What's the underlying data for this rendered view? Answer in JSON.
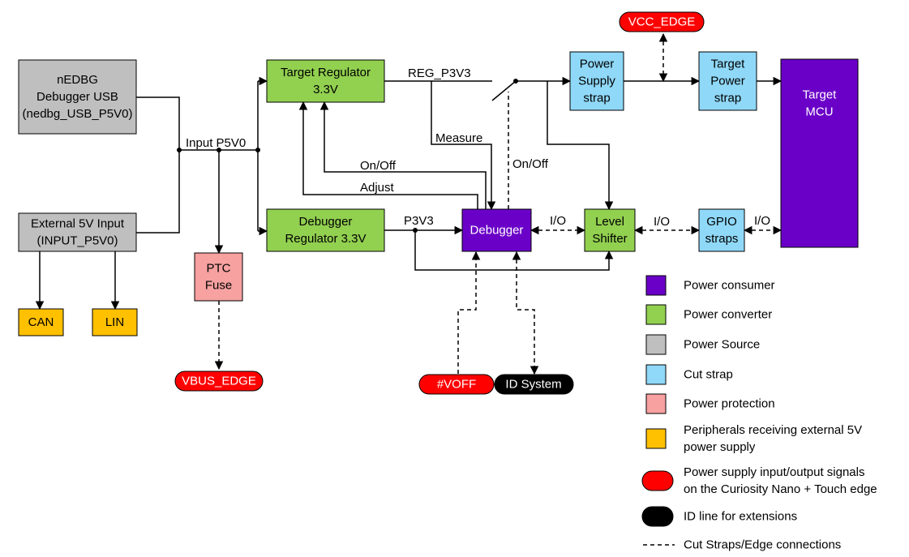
{
  "blocks": {
    "nedbg_usb": [
      "nEDBG",
      "Debugger USB",
      "(nedbg_USB_P5V0)"
    ],
    "ext_input": [
      "External 5V Input",
      "(INPUT_P5V0)"
    ],
    "target_reg": [
      "Target Regulator",
      "3.3V"
    ],
    "debugger_reg": [
      "Debugger",
      "Regulator 3.3V"
    ],
    "debugger": [
      "Debugger"
    ],
    "level_shifter": [
      "Level",
      "Shifter"
    ],
    "power_supply_strap": [
      "Power",
      "Supply",
      "strap"
    ],
    "target_power_strap": [
      "Target",
      "Power",
      "strap"
    ],
    "gpio_straps": [
      "GPIO",
      "straps"
    ],
    "target_mcu": [
      "Target",
      "MCU"
    ],
    "ptc_fuse": [
      "PTC",
      "Fuse"
    ],
    "can": [
      "CAN"
    ],
    "lin": [
      "LIN"
    ]
  },
  "signals": {
    "vcc_edge": "VCC_EDGE",
    "vbus_edge": "VBUS_EDGE",
    "voff": "#VOFF",
    "id_system": "ID System"
  },
  "wire_labels": {
    "input_p5v0": "Input P5V0",
    "reg_p3v3": "REG_P3V3",
    "measure": "Measure",
    "on_off_1": "On/Off",
    "adjust": "Adjust",
    "on_off_2": "On/Off",
    "p3v3": "P3V3",
    "io_1": "I/O",
    "io_2": "I/O",
    "io_3": "I/O"
  },
  "legend": [
    {
      "label": [
        "Power consumer"
      ],
      "color": "#6a00c8",
      "shape": "square"
    },
    {
      "label": [
        "Power converter"
      ],
      "color": "#92d050",
      "shape": "square"
    },
    {
      "label": [
        "Power Source"
      ],
      "color": "#bfbfbf",
      "shape": "square"
    },
    {
      "label": [
        "Cut strap"
      ],
      "color": "#8fd8f8",
      "shape": "square"
    },
    {
      "label": [
        "Power protection"
      ],
      "color": "#f7a1a1",
      "shape": "square"
    },
    {
      "label": [
        "Peripherals receiving external 5V",
        "power supply"
      ],
      "color": "#ffc000",
      "shape": "square"
    },
    {
      "label": [
        "Power supply input/output signals",
        "on the Curiosity Nano + Touch edge"
      ],
      "color": "#ff0000",
      "shape": "pill"
    },
    {
      "label": [
        "ID line for extensions"
      ],
      "color": "#000000",
      "shape": "pill"
    },
    {
      "label": [
        "Cut Straps/Edge connections"
      ],
      "color": "#000000",
      "shape": "dash"
    }
  ],
  "colors": {
    "consumer": "#6a00c8",
    "converter": "#92d050",
    "source": "#bfbfbf",
    "strap": "#8fd8f8",
    "protection": "#f7a1a1",
    "peripheral": "#ffc000",
    "edge_signal": "#ff0000",
    "id_line": "#000000"
  }
}
